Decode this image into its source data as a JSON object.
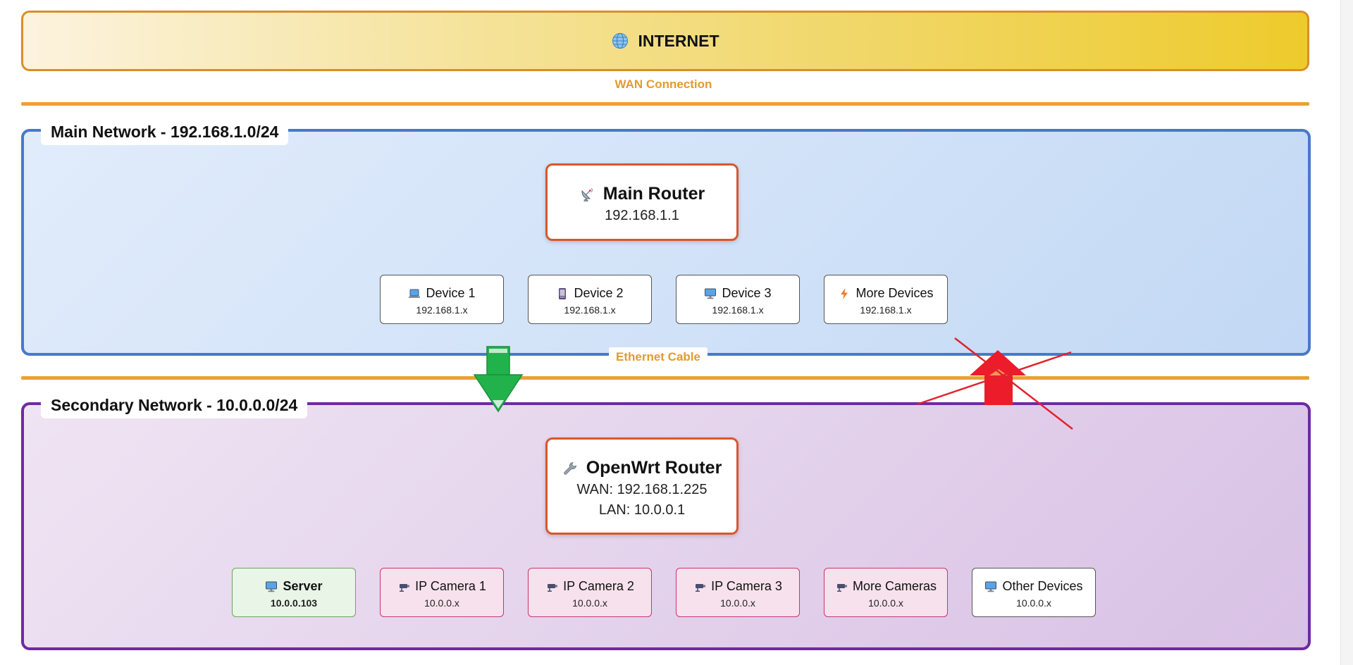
{
  "internet": {
    "label": "INTERNET",
    "icon": "globe-icon"
  },
  "wan_connection": {
    "label": "WAN Connection"
  },
  "ethernet_cable": {
    "label": "Ethernet Cable"
  },
  "main_network": {
    "title": "Main Network - 192.168.1.0/24",
    "router": {
      "name": "Main Router",
      "ip": "192.168.1.1",
      "icon": "satellite-dish-icon"
    },
    "devices": [
      {
        "name": "Device 1",
        "ip": "192.168.1.x",
        "icon": "laptop-icon"
      },
      {
        "name": "Device 2",
        "ip": "192.168.1.x",
        "icon": "phone-icon"
      },
      {
        "name": "Device 3",
        "ip": "192.168.1.x",
        "icon": "desktop-icon"
      },
      {
        "name": "More Devices",
        "ip": "192.168.1.x",
        "icon": "lightning-icon"
      }
    ]
  },
  "secondary_network": {
    "title": "Secondary Network - 10.0.0.0/24",
    "router": {
      "name": "OpenWrt Router",
      "wan": "WAN: 192.168.1.225",
      "lan": "LAN: 10.0.0.1",
      "icon": "wrench-icon"
    },
    "devices": [
      {
        "name": "Server",
        "ip": "10.0.0.103",
        "icon": "desktop-icon"
      },
      {
        "name": "IP Camera 1",
        "ip": "10.0.0.x",
        "icon": "camera-icon"
      },
      {
        "name": "IP Camera 2",
        "ip": "10.0.0.x",
        "icon": "camera-icon"
      },
      {
        "name": "IP Camera 3",
        "ip": "10.0.0.x",
        "icon": "camera-icon"
      },
      {
        "name": "More Cameras",
        "ip": "10.0.0.x",
        "icon": "camera-icon"
      },
      {
        "name": "Other Devices",
        "ip": "10.0.0.x",
        "icon": "desktop-icon"
      }
    ]
  },
  "colors": {
    "internet_border": "#d98e2b",
    "connection_line": "#e8a233",
    "main_network_border": "#4a78c9",
    "secondary_network_border": "#6e2aa2",
    "router_border": "#d8572c",
    "allowed_arrow": "#22b24c",
    "blocked_arrow": "#ec1c2b",
    "server_bg": "#e9f5e6",
    "camera_bg": "#f6e1ec"
  },
  "flows": {
    "down": {
      "status": "allowed",
      "icon": "down-arrow-icon"
    },
    "up": {
      "status": "blocked",
      "icon": "blocked-up-arrow-icon"
    }
  }
}
